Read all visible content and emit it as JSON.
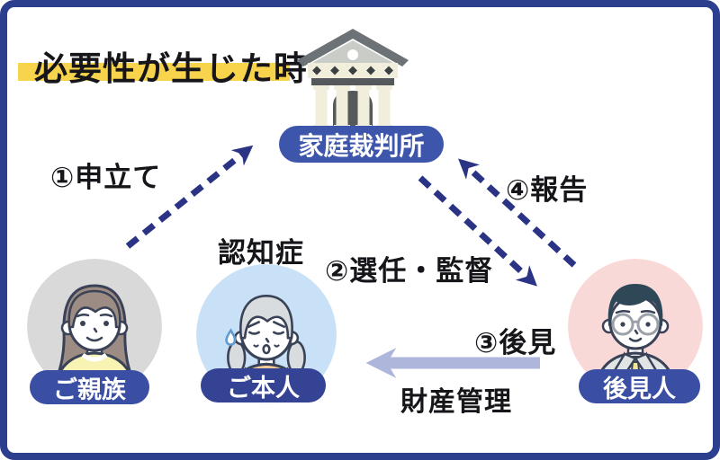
{
  "frame": {
    "border_color": "#2c3f8f",
    "background_color": "#ffffff"
  },
  "title": {
    "text": "必要性が生じた時",
    "highlight_color": "#f8d44c",
    "text_color": "#15151a"
  },
  "court": {
    "label": "家庭裁判所",
    "pill_color": "#3d56ac",
    "icon": "courthouse-icon"
  },
  "actors": {
    "family": {
      "label": "ご親族",
      "pill_color": "#3a4fa3",
      "circle_color": "#d9d9d9",
      "icon": "woman-avatar-icon"
    },
    "person": {
      "label": "ご本人",
      "status": "認知症",
      "pill_color": "#344393",
      "circle_color": "#c9e1f6",
      "icon": "elderly-woman-avatar-icon"
    },
    "guardian": {
      "label": "後見人",
      "pill_color": "#3a4fa3",
      "circle_color": "#f9d9d8",
      "icon": "man-avatar-icon"
    }
  },
  "flows": {
    "apply": {
      "label": "①申立て",
      "from": "ご親族",
      "to": "家庭裁判所",
      "style": "dashed-arrow",
      "color": "#2b3484"
    },
    "appoint": {
      "label": "②選任・監督",
      "from": "家庭裁判所",
      "to": "後見人",
      "style": "dashed-arrow",
      "color": "#2b3484"
    },
    "guard": {
      "label": "③後見",
      "sublabel": "財産管理",
      "from": "後見人",
      "to": "ご本人",
      "style": "solid-arrow",
      "color": "#aeb6dc"
    },
    "report": {
      "label": "④報告",
      "from": "後見人",
      "to": "家庭裁判所",
      "style": "dashed-arrow",
      "color": "#2b3484"
    }
  }
}
